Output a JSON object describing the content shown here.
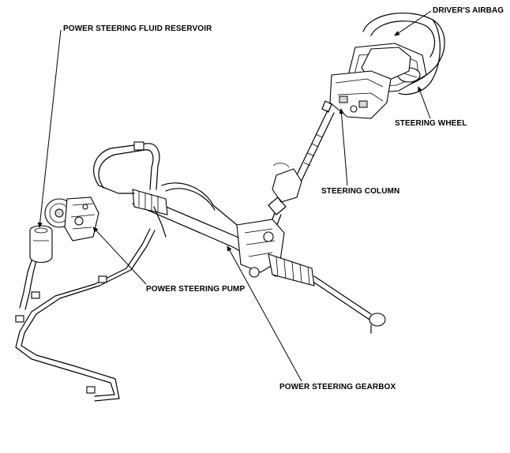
{
  "labels": {
    "drivers_airbag": "DRIVER'S AIRBAG",
    "fluid_reservoir": "POWER STEERING FLUID RESERVOIR",
    "steering_wheel": "STEERING WHEEL",
    "steering_column": "STEERING COLUMN",
    "steering_pump": "POWER STEERING PUMP",
    "steering_gearbox": "POWER STEERING GEARBOX"
  }
}
